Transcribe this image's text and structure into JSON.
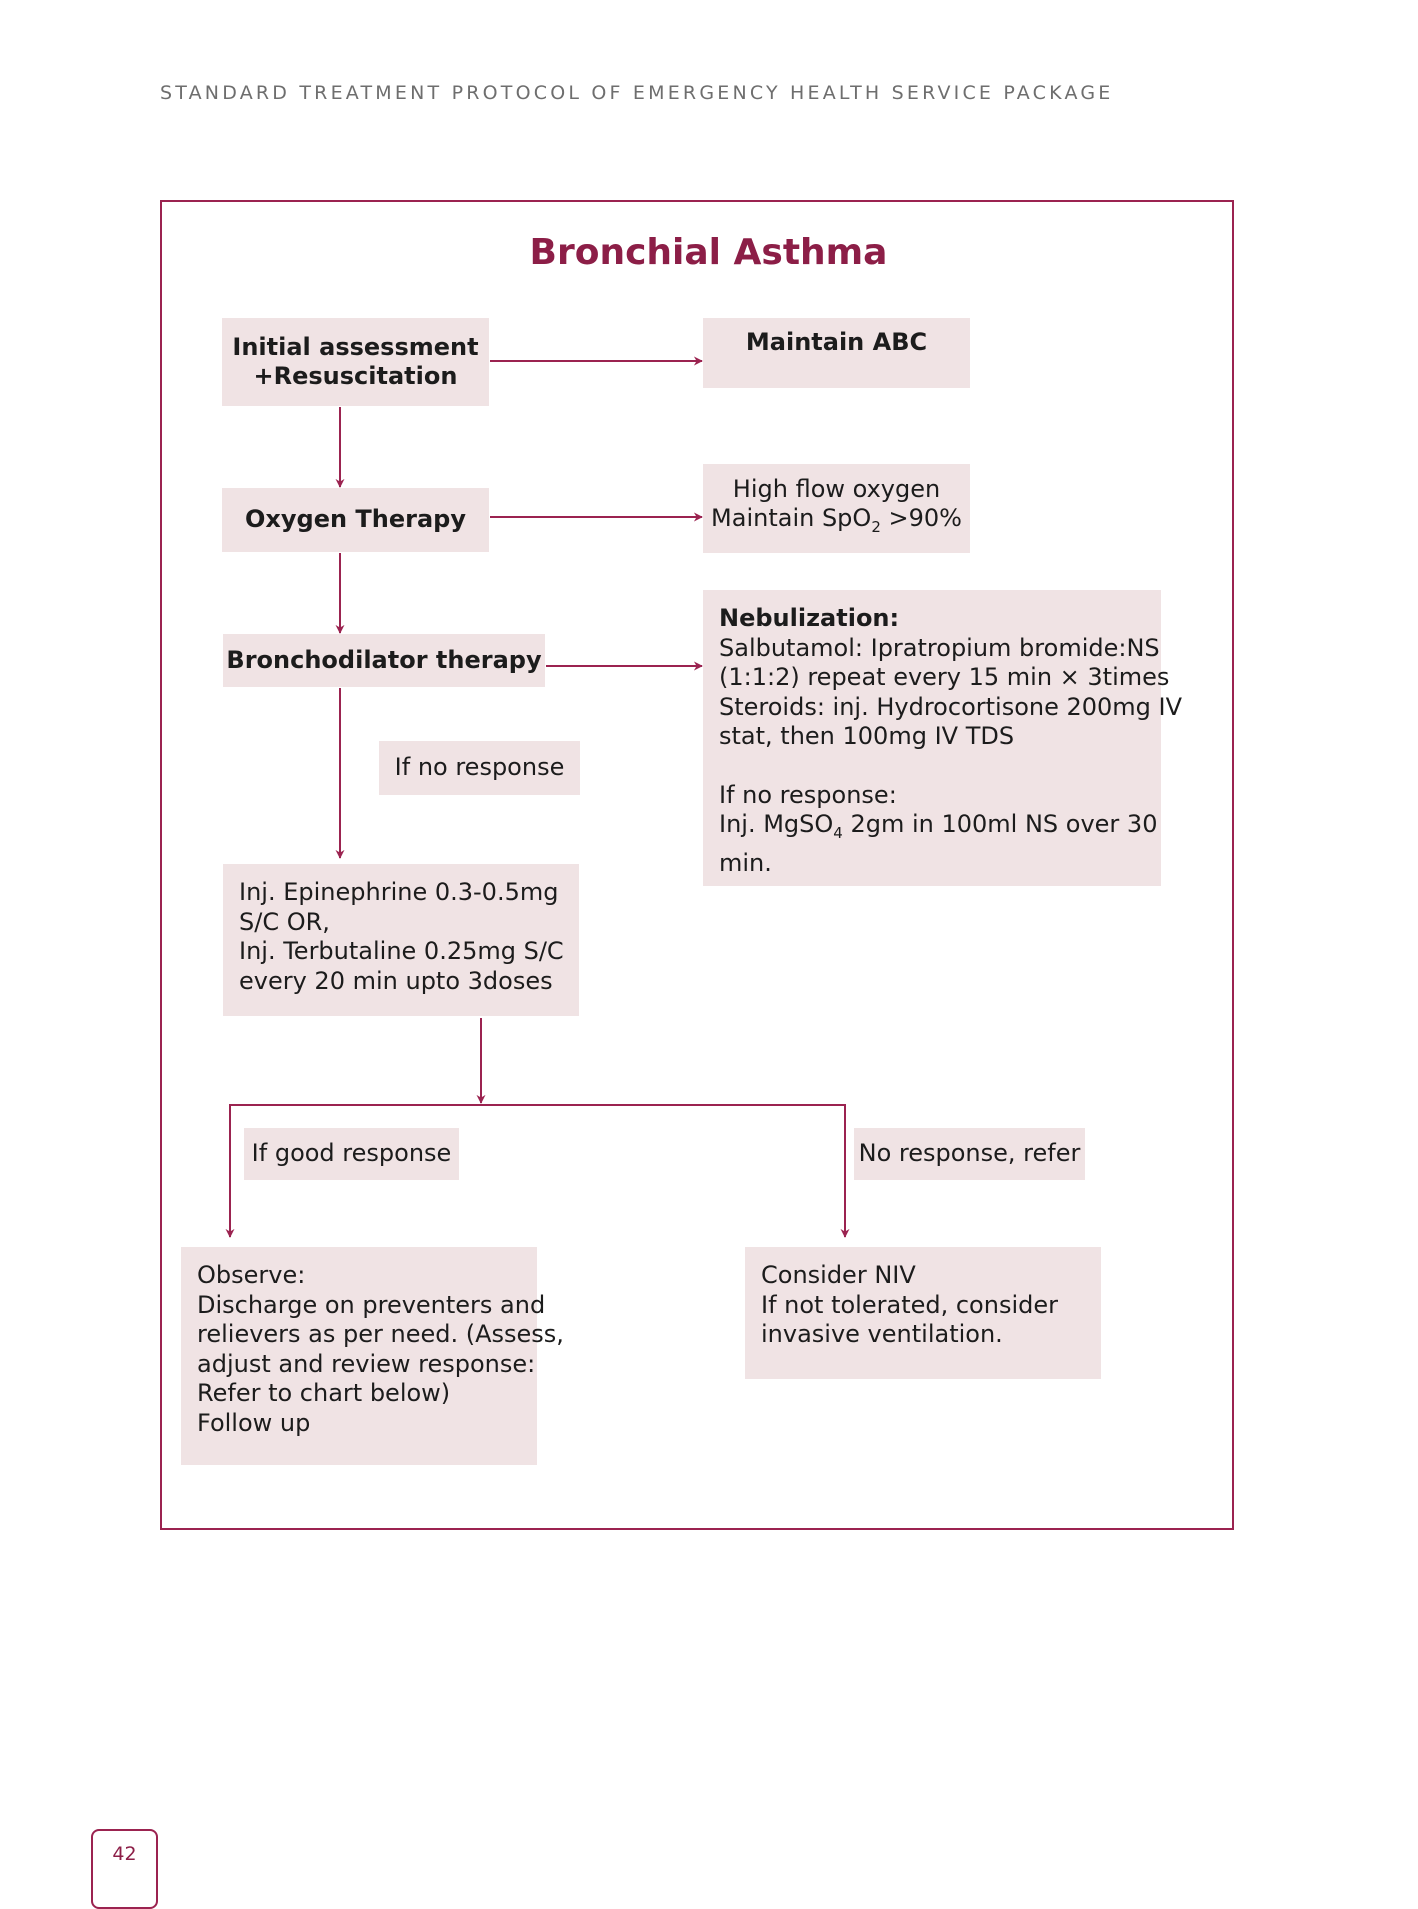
{
  "header": "STANDARD TREATMENT PROTOCOL OF EMERGENCY HEALTH SERVICE PACKAGE",
  "title": "Bronchial Asthma",
  "page_number": "42",
  "colors": {
    "accent": "#8c1e47",
    "box_fill": "#f0e3e4",
    "frame": "#9b2350"
  },
  "nodes": {
    "initial": {
      "lines": [
        "Initial assessment",
        "+Resuscitation"
      ]
    },
    "maintain_abc": {
      "lines": [
        "Maintain ABC"
      ]
    },
    "oxygen": {
      "lines": [
        "Oxygen Therapy"
      ]
    },
    "high_flow": {
      "line1": "High flow oxygen",
      "line2_pre": "Maintain SpO",
      "line2_sub": "2",
      "line2_post": " >90%"
    },
    "bronchodilator": {
      "lines": [
        "Bronchodilator therapy"
      ]
    },
    "nebulization": {
      "heading": "Nebulization:",
      "lines": [
        "Salbutamol: Ipratropium bromide:NS",
        "(1:1:2) repeat every 15 min × 3times",
        "Steroids: inj. Hydrocortisone 200mg IV",
        "stat, then 100mg IV TDS"
      ],
      "no_response": "If no response:",
      "mg_pre": "Inj. MgSO",
      "mg_sub": "4",
      "mg_post": " 2gm in 100ml NS over 30",
      "mg_end": "min."
    },
    "if_no_response": {
      "lines": [
        "If no response"
      ]
    },
    "epinephrine": {
      "lines": [
        "Inj. Epinephrine 0.3-0.5mg",
        "S/C OR,",
        "Inj. Terbutaline 0.25mg S/C",
        "every 20 min upto 3doses"
      ]
    },
    "good_response": {
      "lines": [
        "If good response"
      ]
    },
    "no_response_refer": {
      "lines": [
        "No response, refer"
      ]
    },
    "observe": {
      "lines": [
        "Observe:",
        "Discharge on preventers and",
        "relievers as per need. (Assess,",
        "adjust and review response:",
        "Refer to chart below)",
        "Follow up"
      ]
    },
    "niv": {
      "lines": [
        "Consider NIV",
        "If not tolerated, consider",
        "invasive ventilation."
      ]
    }
  }
}
